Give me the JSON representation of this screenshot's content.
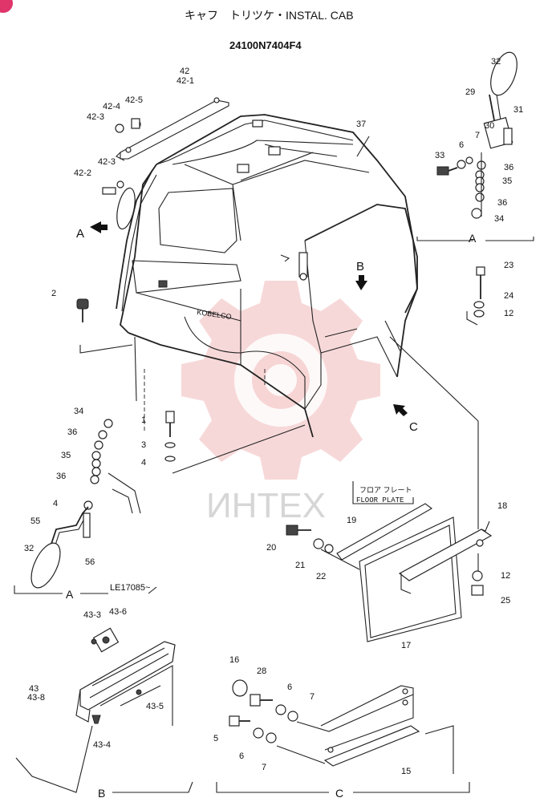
{
  "header": {
    "title": "キャフ　トリツケ・INSTAL. CAB",
    "part_number": "24100N7404F4"
  },
  "watermark": {
    "text": "ИНТЕХ",
    "color": "#e88a8a"
  },
  "main_assembly": {
    "callouts": {
      "c42": "42",
      "c42_1": "42-1",
      "c42_2": "42-2",
      "c42_3a": "42-3",
      "c42_3b": "42-3",
      "c42_4": "42-4",
      "c42_5": "42-5",
      "c37": "37",
      "c2": "2",
      "c1": "1",
      "c3": "3",
      "c4": "4"
    },
    "view_arrows": {
      "a": "A",
      "b": "B",
      "c": "C"
    },
    "cab_label": "KOBELCO"
  },
  "detail_a_top": {
    "label": "A",
    "callouts": {
      "c32": "32",
      "c29": "29",
      "c31": "31",
      "c30": "30",
      "c7": "7",
      "c6": "6",
      "c33": "33",
      "c36a": "36",
      "c35": "35",
      "c36b": "36",
      "c34": "34"
    }
  },
  "detail_23": {
    "callouts": {
      "c23": "23",
      "c24": "24",
      "c12": "12"
    }
  },
  "detail_a_bottom": {
    "label": "A",
    "serial_note": "LE17085~",
    "callouts": {
      "c34": "34",
      "c36a": "36",
      "c35": "35",
      "c36b": "36",
      "c4": "4",
      "c55": "55",
      "c32": "32",
      "c56": "56"
    }
  },
  "floor_plate": {
    "jp_label": "フロア フレート",
    "en_label": "FLOOR PLATE",
    "callouts": {
      "c18": "18",
      "c19": "19",
      "c20": "20",
      "c21": "21",
      "c22": "22",
      "c12": "12",
      "c25": "25",
      "c17": "17"
    }
  },
  "detail_b": {
    "label": "B",
    "callouts": {
      "c43_3": "43-3",
      "c43_6": "43-6",
      "c43": "43",
      "c43_8": "43-8",
      "c43_5": "43-5",
      "c43_4": "43-4"
    }
  },
  "detail_c": {
    "label": "C",
    "callouts": {
      "c16": "16",
      "c28": "28",
      "c6a": "6",
      "c7a": "7",
      "c5": "5",
      "c6b": "6",
      "c7b": "7",
      "c15": "15"
    }
  }
}
